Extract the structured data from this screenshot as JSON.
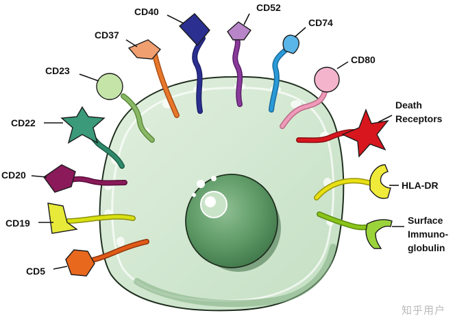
{
  "diagram": {
    "markers": [
      {
        "id": "cd40",
        "label": "CD40",
        "color": "#2b2f8f"
      },
      {
        "id": "cd52",
        "label": "CD52",
        "color": "#8a3a9a"
      },
      {
        "id": "cd74",
        "label": "CD74",
        "color": "#2a9ad8"
      },
      {
        "id": "cd37",
        "label": "CD37",
        "color": "#e8782a"
      },
      {
        "id": "cd80",
        "label": "CD80",
        "color": "#ee9ab8"
      },
      {
        "id": "cd23",
        "label": "CD23",
        "color": "#a8d888"
      },
      {
        "id": "cd22",
        "label": "CD22",
        "color": "#2e8a6a"
      },
      {
        "id": "death",
        "label_line1": "Death",
        "label_line2": "Receptors",
        "color": "#d8161e"
      },
      {
        "id": "cd20",
        "label": "CD20",
        "color": "#8a1a5a"
      },
      {
        "id": "hladr",
        "label": "HLA-DR",
        "color": "#e8e012"
      },
      {
        "id": "cd19",
        "label": "CD19",
        "color": "#d8e012"
      },
      {
        "id": "sig",
        "label_line1": "Surface",
        "label_line2": "Immuno-",
        "label_line3": "globulin",
        "color": "#8ac41a"
      },
      {
        "id": "cd5",
        "label": "CD5",
        "color": "#e05a18"
      }
    ],
    "cell": {
      "membrane_color": "#c9e4c9",
      "nucleus_color": "#4f8a5a"
    }
  },
  "watermark": "知乎用户"
}
